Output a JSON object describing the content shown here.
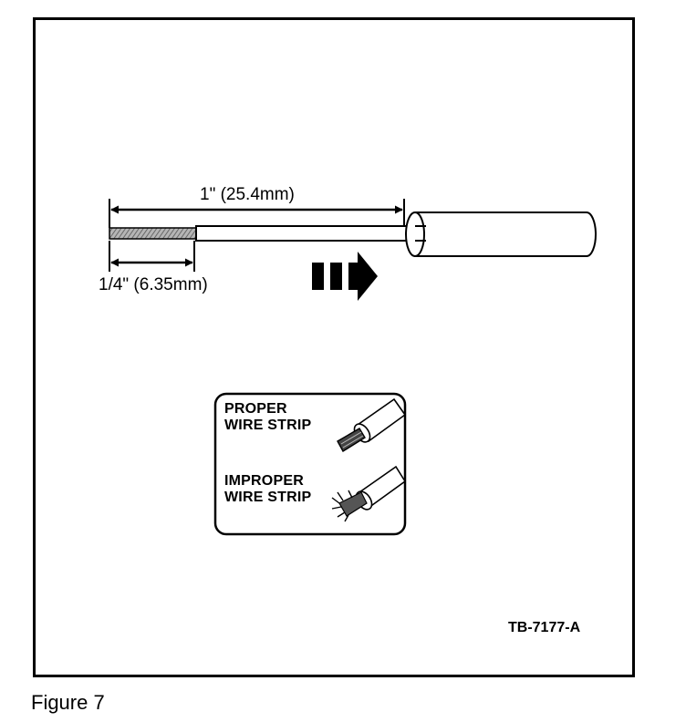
{
  "diagram": {
    "dimension_long": "1\" (25.4mm)",
    "dimension_short": "1/4\" (6.35mm)",
    "inset": {
      "proper_line1": "PROPER",
      "proper_line2": "WIRE STRIP",
      "improper_line1": "IMPROPER",
      "improper_line2": "WIRE STRIP"
    },
    "figure_code": "TB-7177-A"
  },
  "caption": "Figure 7",
  "colors": {
    "ink": "#000000",
    "paper": "#ffffff",
    "stranded_wire": "#8a8a8a"
  }
}
